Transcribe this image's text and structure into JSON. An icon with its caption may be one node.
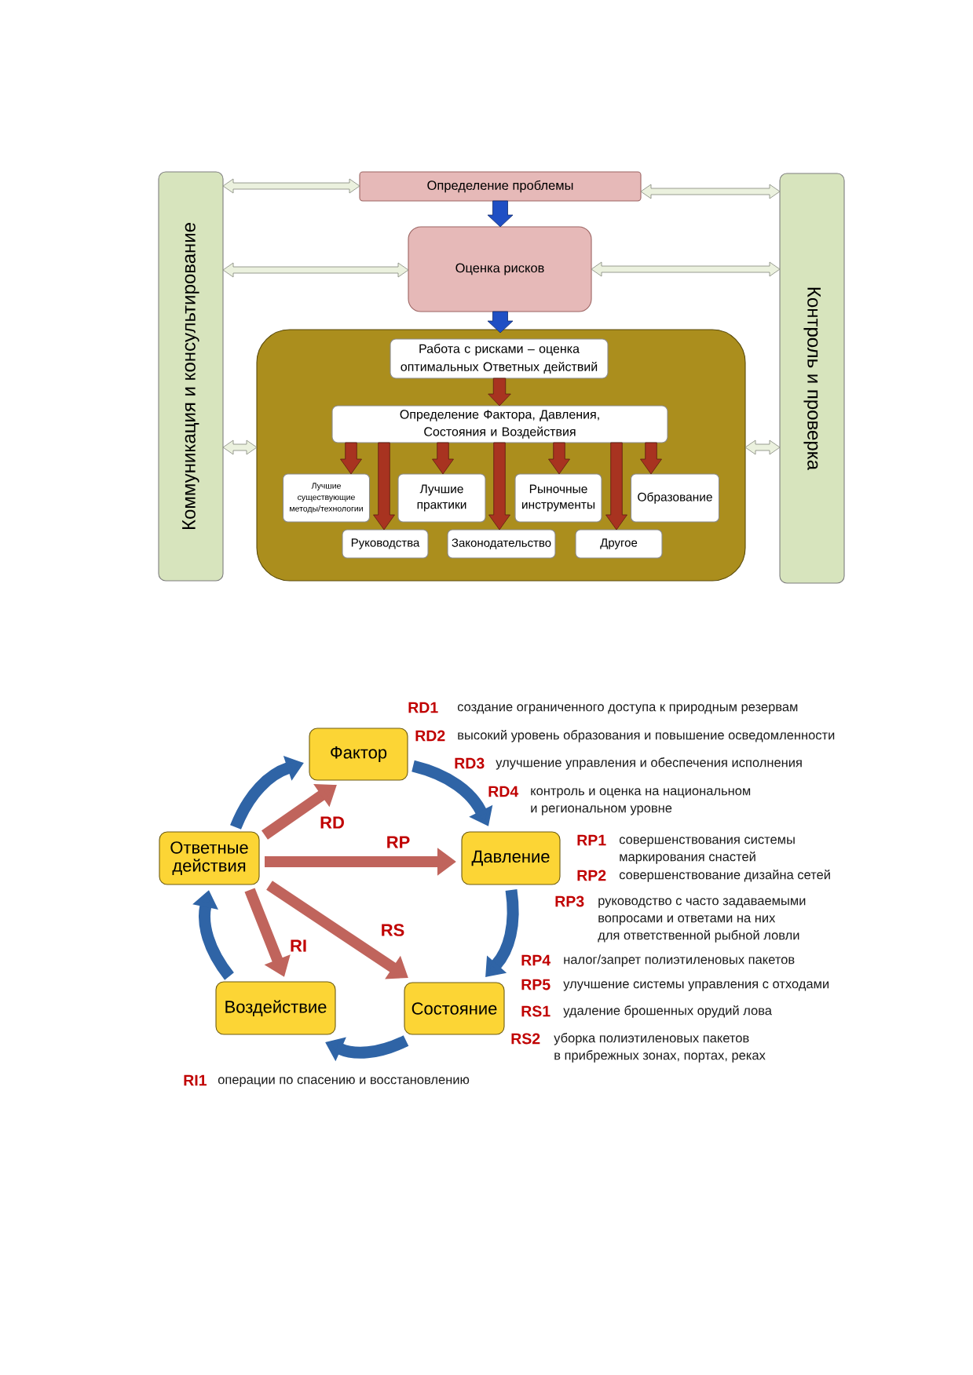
{
  "diagram": {
    "nodes": [
      {
        "text": [
          "Коммуникация и консультирование"
        ]
      },
      {
        "text": [
          "Определение проблемы"
        ]
      },
      {
        "text": [
          "Оценка рисков"
        ]
      },
      {
        "text": [],
        "shape": "box"
      },
      {
        "text": [
          "Работа с рисками – оценка оптимальных Ответных действий"
        ],
        "in": 3
      },
      {
        "text": [
          "Определение Фактора, Давления, Состояния и Воздействия"
        ],
        "in": 3
      },
      {
        "text": [
          "Лучшие существующие методы/технологии"
        ],
        "in": 3
      },
      {
        "text": [
          "Лучшие практики"
        ],
        "in": 3
      },
      {
        "text": [
          "Рыночные инструменты"
        ],
        "in": 3
      },
      {
        "text": [
          "Образование"
        ],
        "in": 3
      },
      {
        "text": [
          "Руководства"
        ],
        "in": 3
      },
      {
        "text": [
          "Законодательство"
        ],
        "in": 3
      },
      {
        "text": [
          "Другое"
        ],
        "in": 3
      },
      {
        "text": [
          "Контроль и проверка"
        ]
      },
      {
        "text": [
          "Фактор"
        ]
      },
      {
        "text": [
          "Ответные действия"
        ]
      },
      {
        "text": [
          "Давление"
        ]
      },
      {
        "text": [
          "Воздействие"
        ]
      },
      {
        "text": [
          "Состояние"
        ]
      }
    ],
    "edges": [
      {
        "from": 0,
        "to": 1,
        "arrow": "both",
        "color": "#ebf1de"
      },
      {
        "from": 1,
        "to": 13,
        "arrow": "both",
        "color": "#ebf1de"
      },
      {
        "from": 0,
        "to": 2,
        "arrow": "both",
        "color": "#ebf1de"
      },
      {
        "from": 2,
        "to": 13,
        "arrow": "both",
        "color": "#ebf1de"
      },
      {
        "from": 0,
        "to": 3,
        "arrow": "both",
        "color": "#ebf1de"
      },
      {
        "from": 3,
        "to": 13,
        "arrow": "both",
        "color": "#ebf1de"
      },
      {
        "from": 1,
        "to": 2,
        "arrow": "to",
        "color": "#1f4fc4"
      },
      {
        "from": 2,
        "to": 3,
        "arrow": "to",
        "color": "#1f4fc4"
      },
      {
        "from": 4,
        "to": 5,
        "arrow": "to"
      },
      {
        "from": 5,
        "to": 6,
        "arrow": "to"
      },
      {
        "from": 5,
        "to": 7,
        "arrow": "to"
      },
      {
        "from": 5,
        "to": 8,
        "arrow": "to"
      },
      {
        "from": 5,
        "to": 9,
        "arrow": "to"
      },
      {
        "from": 5,
        "to": 10,
        "arrow": "to"
      },
      {
        "from": 5,
        "to": 11,
        "arrow": "to"
      },
      {
        "from": 5,
        "to": 12,
        "arrow": "to"
      },
      {
        "from": 15,
        "to": 14,
        "arrow": "to",
        "color": "#2f64a6"
      },
      {
        "from": 14,
        "to": 16,
        "arrow": "to",
        "color": "#2f64a6"
      },
      {
        "from": 16,
        "to": 18,
        "arrow": "to",
        "color": "#2f64a6"
      },
      {
        "from": 18,
        "to": 17,
        "arrow": "to",
        "color": "#2f64a6"
      },
      {
        "from": 17,
        "to": 15,
        "arrow": "to",
        "color": "#2f64a6"
      },
      {
        "from": 15,
        "to": 14,
        "arrow": "to",
        "label": "RD",
        "color": "#c0645c"
      },
      {
        "from": 15,
        "to": 16,
        "arrow": "to",
        "label": "RP",
        "color": "#c0645c"
      },
      {
        "from": 15,
        "to": 18,
        "arrow": "to",
        "label": "RS",
        "color": "#c0645c"
      },
      {
        "from": 15,
        "to": 17,
        "arrow": "to",
        "label": "RI",
        "color": "#c0645c"
      }
    ],
    "labels": [
      "RD1",
      "создание ограниченного доступа к природным резервам",
      "RD2",
      "высокий уровень образования и повышение осведомленности",
      "RD3",
      "улучшение управления и обеспечения исполнения",
      "RD4",
      "контроль и оценка на национальном и региональном уровне",
      "RP1",
      "совершенствования системы маркирования снастей",
      "RP2",
      "совершенствование дизайна сетей",
      "RP3",
      "руководство с часто задаваемыми вопросами и ответами на них для ответственной рыбной ловли",
      "RP4",
      "налог/запрет полиэтиленовых пакетов",
      "RP5",
      "улучшение системы управления с отходами",
      "RS1",
      "удаление брошенных орудий лова",
      "RS2",
      "уборка полиэтиленовых пакетов в прибрежных зонах, портах, реках",
      "RI1",
      "операции по спасению и восстановлению"
    ]
  }
}
